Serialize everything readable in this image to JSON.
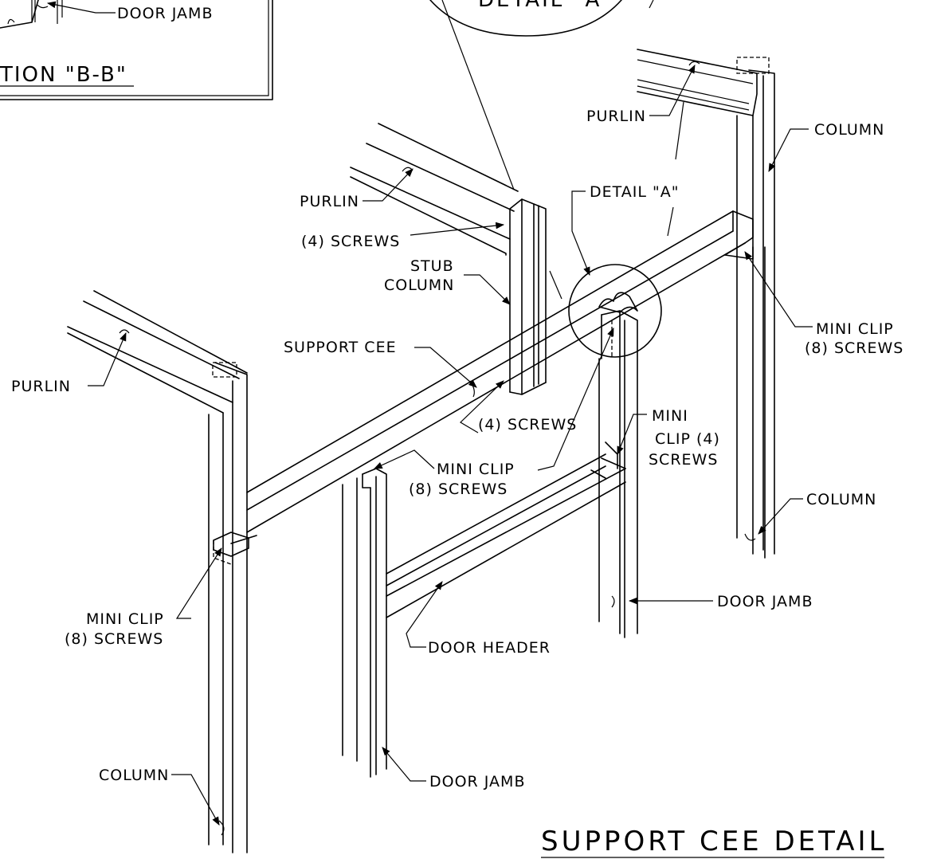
{
  "labels": {
    "detail_a_bubble": "DETAIL \"A\"",
    "door_jamb_top_left": "DOOR JAMB",
    "section_b_b": "TION \"B-B\"",
    "purlin_top_right": "PURLIN",
    "column_top_right": "COLUMN",
    "detail_a_callout": "DETAIL \"A\"",
    "purlin_middle": "PURLIN",
    "four_screws_top": "(4) SCREWS",
    "stub": "STUB",
    "column_stub": "COLUMN",
    "support_cee": "SUPPORT CEE",
    "mini_clip_right": "MINI CLIP",
    "eight_screws_right": "(8) SCREWS",
    "purlin_left": "PURLIN",
    "four_screws_mid": "(4) SCREWS",
    "mini_clip_header_1": "MINI",
    "mini_clip_header_2": "CLIP (4)",
    "mini_clip_header_3": "SCREWS",
    "mini_clip_center": "MINI CLIP",
    "eight_screws_center": "(8) SCREWS",
    "column_right_lower": "COLUMN",
    "mini_clip_left": "MINI CLIP",
    "eight_screws_left": "(8) SCREWS",
    "door_jamb_right": "DOOR JAMB",
    "door_header": "DOOR HEADER",
    "column_left_lower": "COLUMN",
    "door_jamb_bottom": "DOOR JAMB",
    "title": "SUPPORT CEE DETAIL"
  }
}
